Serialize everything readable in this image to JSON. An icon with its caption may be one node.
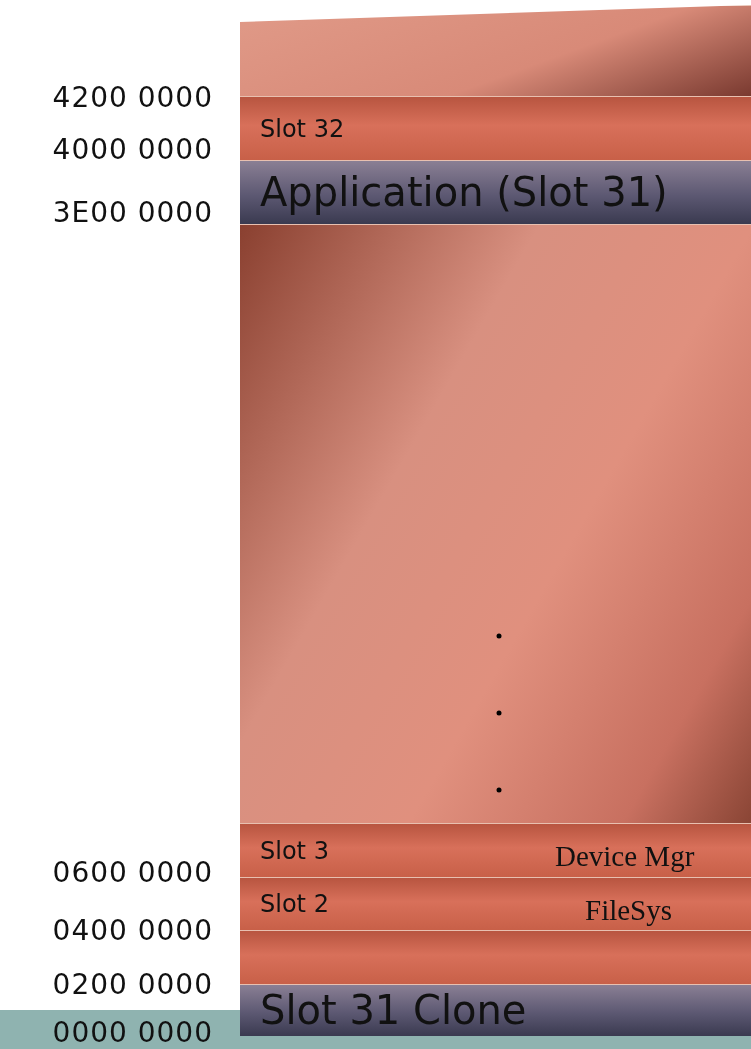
{
  "diagram": {
    "nodes": [
      {
        "text": [],
        "shape": "bar"
      },
      {
        "text": [
          "Slot 32"
        ]
      },
      {
        "text": [
          "Application (Slot 31)"
        ]
      },
      {
        "text": [],
        "shape": "bar"
      },
      {
        "text": [
          "Slot 3",
          "Device Mgr"
        ]
      },
      {
        "text": [
          "Slot 2",
          "FileSys"
        ]
      },
      {
        "text": [],
        "shape": "bar"
      },
      {
        "text": [
          "Slot 31 Clone"
        ]
      }
    ],
    "labels": [
      "4200 0000",
      "4000 0000",
      "3E00 0000",
      "0600 0000",
      "0400 0000",
      "0200 0000",
      "0000 0000"
    ]
  }
}
